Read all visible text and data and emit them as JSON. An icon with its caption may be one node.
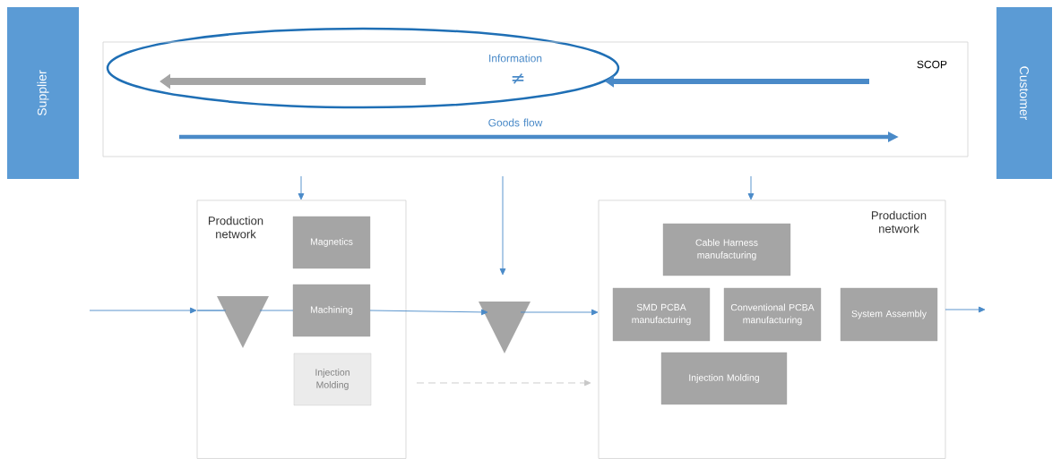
{
  "diagram": {
    "nodes": [
      {
        "text": [
          "Supplier"
        ]
      },
      {
        "text": [
          "SCOP",
          "Information",
          "≠",
          "Goods flow"
        ]
      },
      {
        "text": [
          "Customer"
        ]
      },
      {
        "text": [
          "Production network"
        ]
      },
      {
        "text": [],
        "shape": "triangle",
        "in": 3
      },
      {
        "text": [
          "Magnetics"
        ],
        "in": 3
      },
      {
        "text": [
          "Machining"
        ],
        "in": 3
      },
      {
        "text": [
          "Injection Molding"
        ],
        "in": 3
      },
      {
        "text": [],
        "shape": "triangle"
      },
      {
        "text": [
          "Production network"
        ]
      },
      {
        "text": [
          "Cable Harness manufacturing"
        ],
        "in": 9
      },
      {
        "text": [
          "SMD PCBA manufacturing"
        ],
        "in": 9
      },
      {
        "text": [
          "Conventional PCBA manufacturing"
        ],
        "in": 9
      },
      {
        "text": [
          "System Assembly"
        ],
        "in": 9
      },
      {
        "text": [
          "Injection Molding"
        ],
        "in": 9
      }
    ],
    "edges": [
      {
        "from": null,
        "to": 3,
        "arrow": "to"
      },
      {
        "from": 3,
        "to": 4,
        "arrow": "none"
      },
      {
        "from": 4,
        "to": 6,
        "arrow": "none"
      },
      {
        "from": 6,
        "to": 8,
        "arrow": "to"
      },
      {
        "from": 8,
        "to": 9,
        "arrow": "to"
      },
      {
        "from": 9,
        "to": null,
        "arrow": "to"
      },
      {
        "from": 1,
        "to": 3,
        "arrow": "to"
      },
      {
        "from": 1,
        "to": 8,
        "arrow": "to"
      },
      {
        "from": 1,
        "to": 9,
        "arrow": "to"
      },
      {
        "from": 3,
        "to": 9,
        "arrow": "to",
        "style": "dashed",
        "color": "#c8c8c8"
      }
    ]
  }
}
